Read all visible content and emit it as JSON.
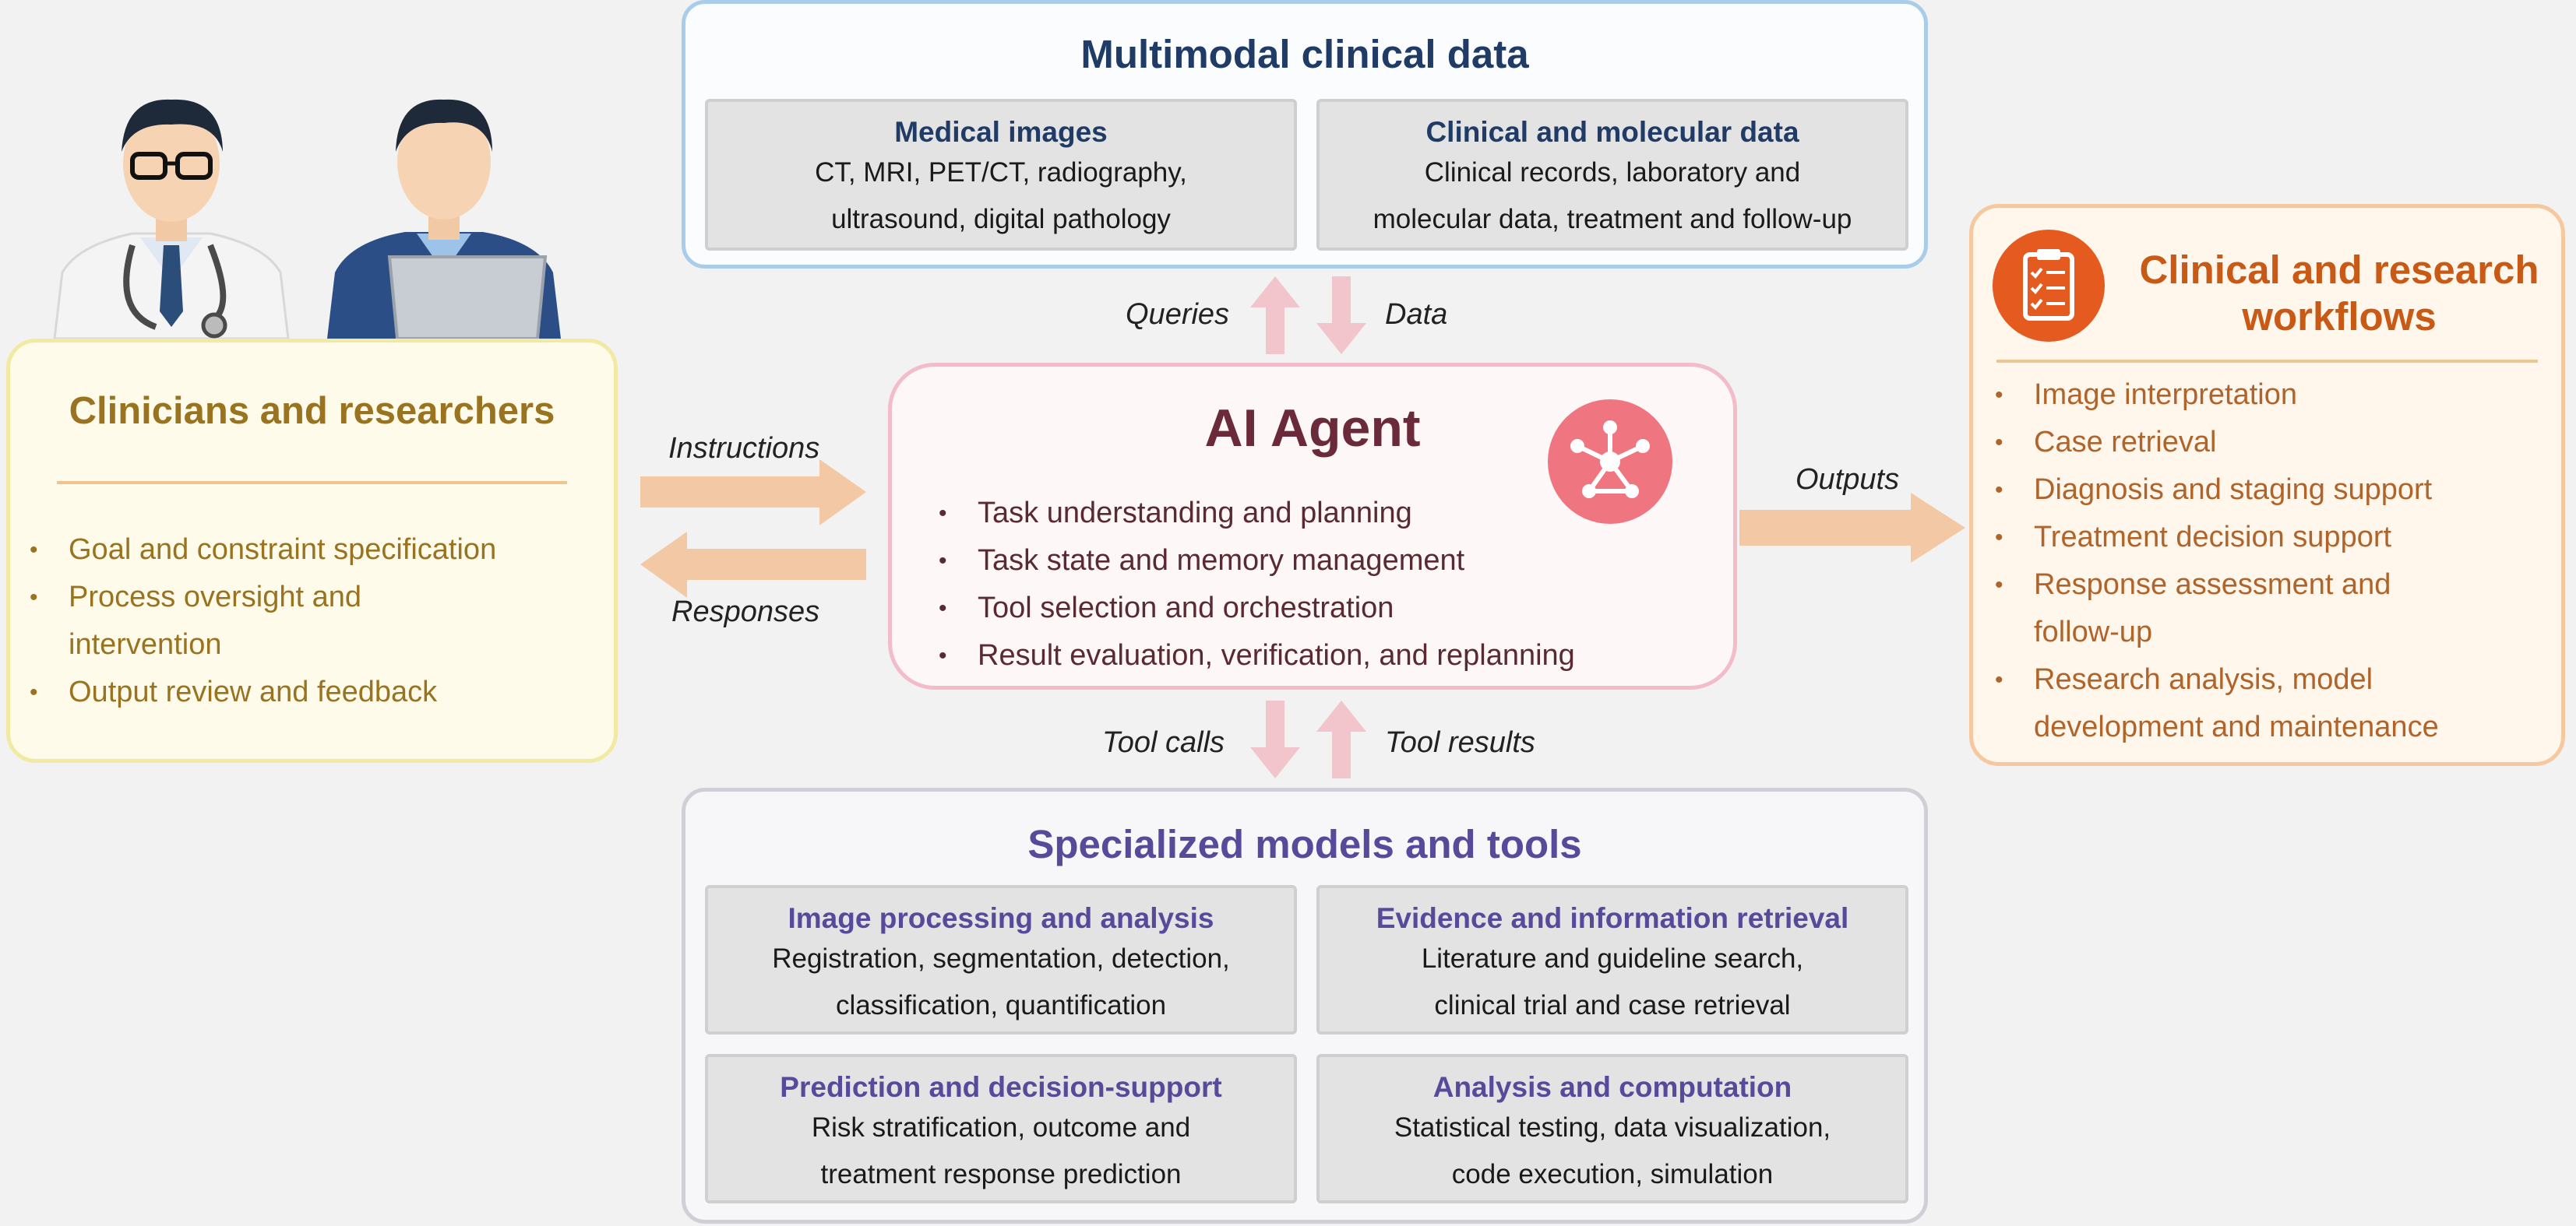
{
  "clinicians": {
    "title": "Clinicians and researchers",
    "items": [
      "Goal and constraint specification",
      "Process oversight and",
      "intervention",
      "Output review and feedback"
    ]
  },
  "multimodal": {
    "title": "Multimodal clinical data",
    "boxes": [
      {
        "title": "Medical images",
        "lines": [
          "CT, MRI, PET/CT, radiography,",
          "ultrasound, digital pathology"
        ]
      },
      {
        "title": "Clinical and molecular data",
        "lines": [
          "Clinical records, laboratory and",
          "molecular data, treatment and follow-up"
        ]
      }
    ]
  },
  "agent": {
    "title": "AI Agent",
    "items": [
      "Task understanding and planning",
      "Task state and memory management",
      "Tool selection and orchestration",
      "Result evaluation, verification, and replanning"
    ]
  },
  "workflows": {
    "title_line1": "Clinical and research",
    "title_line2": "workflows",
    "items": [
      "Image interpretation",
      "Case retrieval",
      "Diagnosis and staging support",
      "Treatment decision support",
      "Response assessment and",
      "follow-up",
      "Research analysis, model",
      "development and maintenance"
    ]
  },
  "tools": {
    "title": "Specialized models and tools",
    "boxes": [
      {
        "title": "Image processing and analysis",
        "lines": [
          "Registration, segmentation, detection,",
          "classification, quantification"
        ]
      },
      {
        "title": "Evidence and information retrieval",
        "lines": [
          "Literature and guideline search,",
          "clinical trial and case retrieval"
        ]
      },
      {
        "title": "Prediction and decision-support",
        "lines": [
          "Risk stratification, outcome and",
          "treatment response prediction"
        ]
      },
      {
        "title": "Analysis and computation",
        "lines": [
          "Statistical testing, data visualization,",
          "code execution, simulation"
        ]
      }
    ]
  },
  "arrows": {
    "queries": "Queries",
    "data": "Data",
    "instructions": "Instructions",
    "responses": "Responses",
    "outputs": "Outputs",
    "tool_calls": "Tool calls",
    "tool_results": "Tool results"
  },
  "colors": {
    "blue_title": "#1f3b66",
    "gold_title": "#9a7320",
    "orange_title": "#c85a16",
    "agent_title": "#6b2a3a",
    "purple_title": "#574a9b",
    "arrow_tan": "#f3c9a5",
    "arrow_pink": "#f2c4cc"
  }
}
